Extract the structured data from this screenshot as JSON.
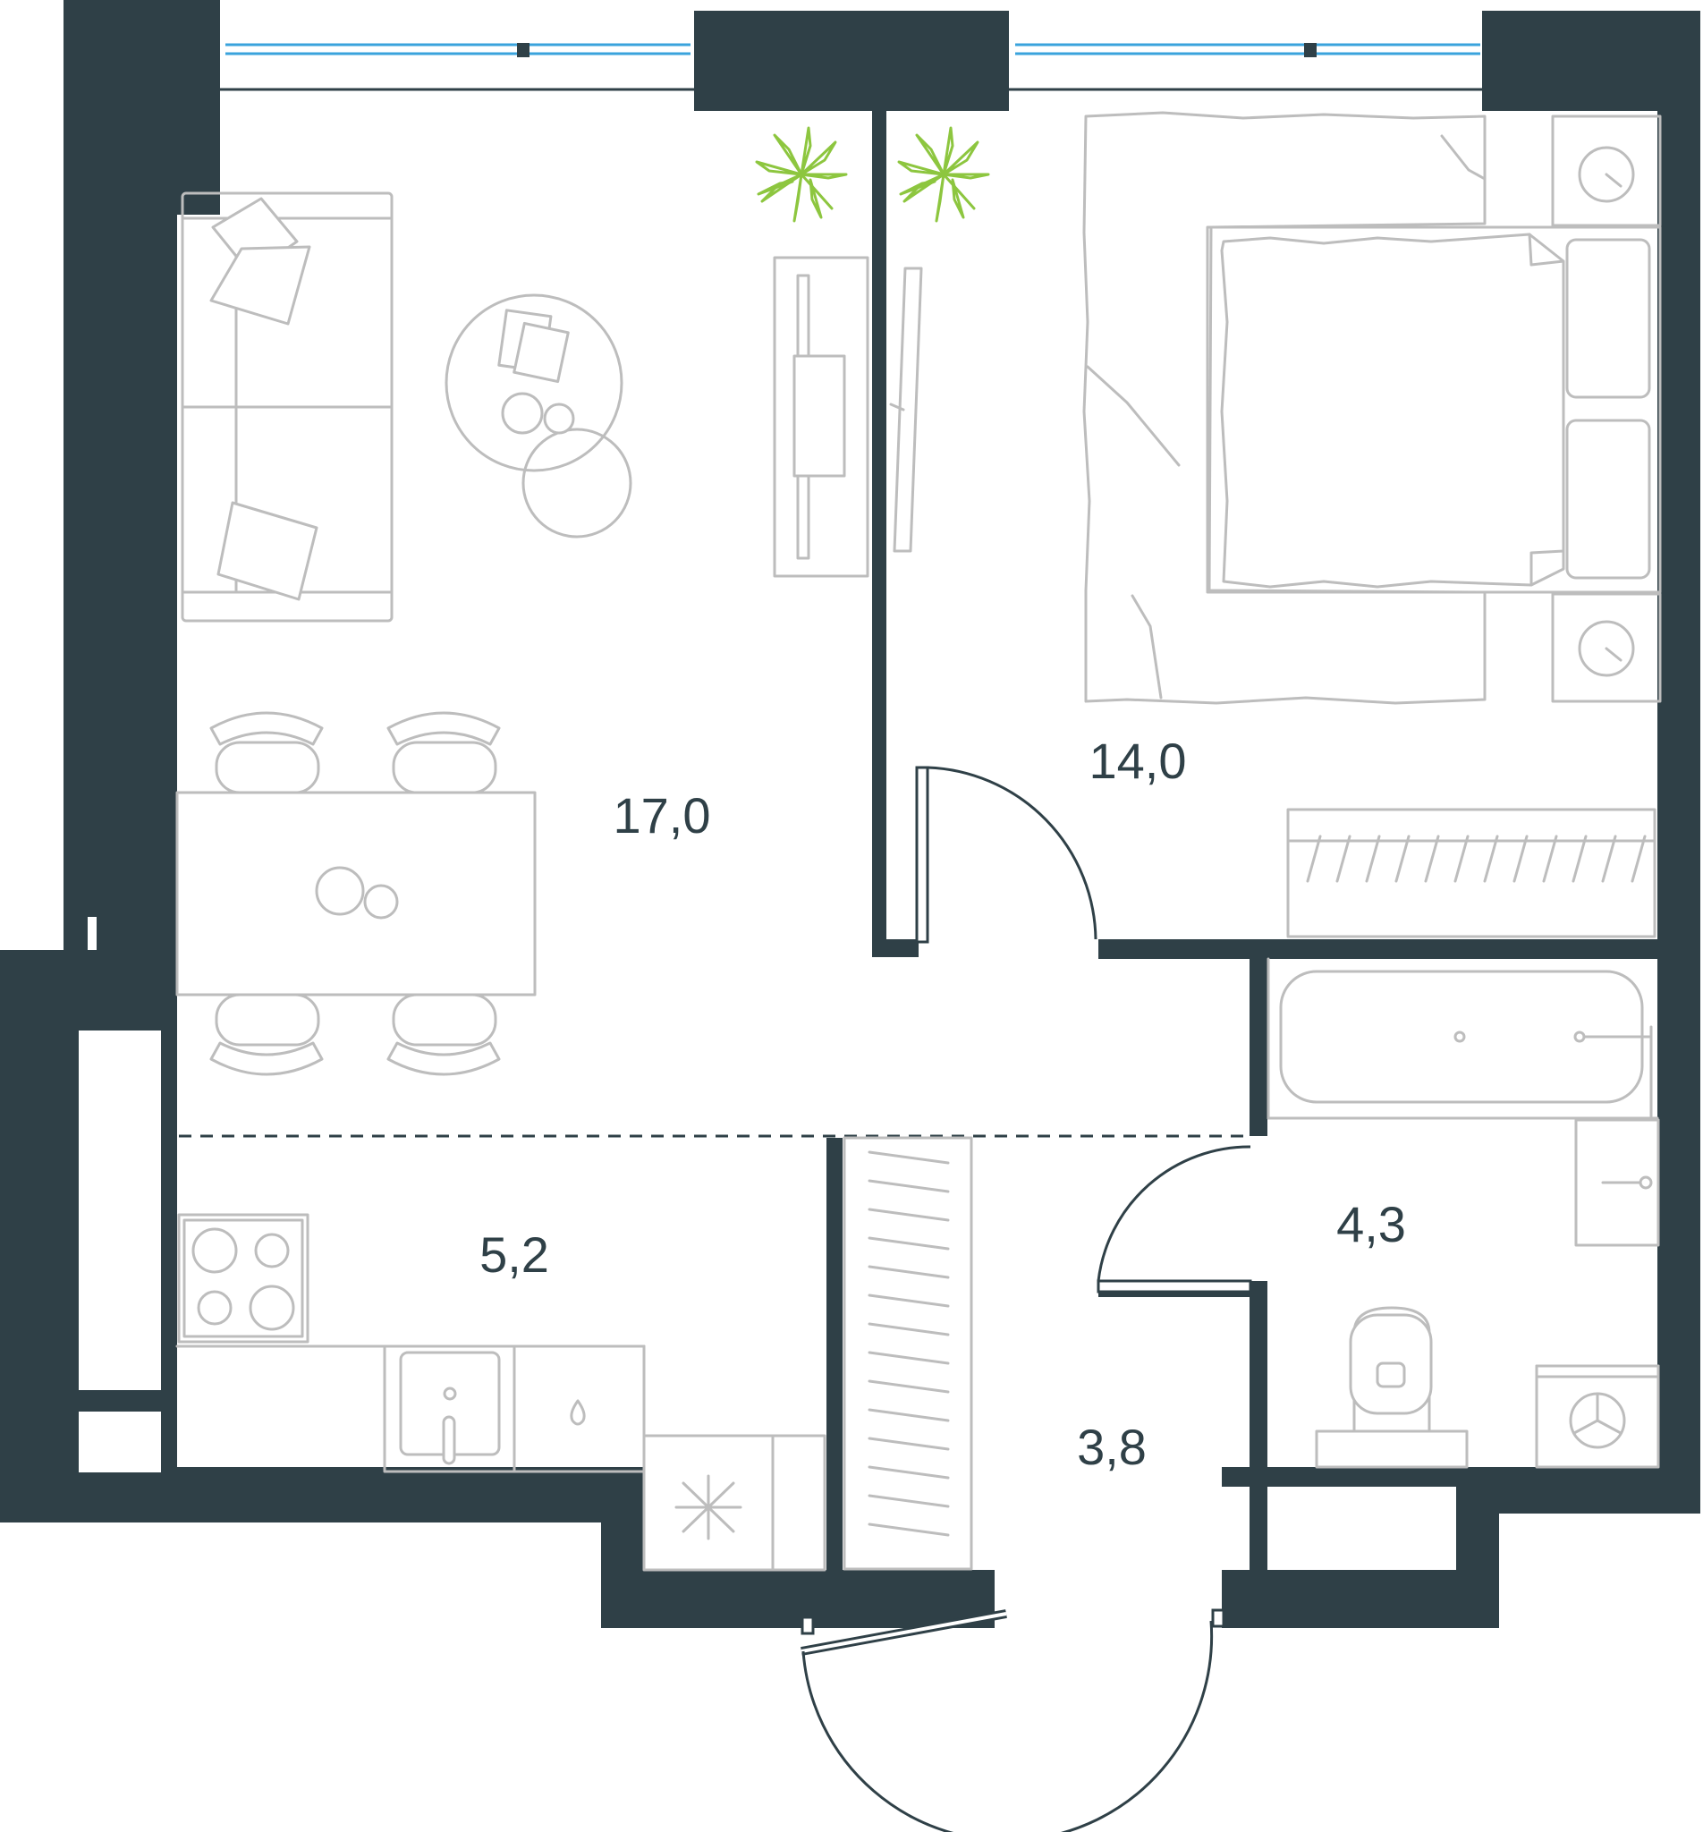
{
  "colors": {
    "wall": "#2f4047",
    "furniture_stroke": "#bdbdbd",
    "window": "#3aa3dc",
    "plant": "#8dc63f",
    "background": "#ffffff"
  },
  "rooms": [
    {
      "id": "living",
      "area": "17,0"
    },
    {
      "id": "bedroom",
      "area": "14,0"
    },
    {
      "id": "kitchen",
      "area": "5,2"
    },
    {
      "id": "bathroom",
      "area": "4,3"
    },
    {
      "id": "hallway",
      "area": "3,8"
    }
  ],
  "icons": [
    "sofa-icon",
    "coffee-table-icon",
    "tv-stand-icon",
    "dining-table-icon",
    "chair-icon",
    "bed-icon",
    "nightstand-icon",
    "wardrobe-icon",
    "plant-icon",
    "stove-icon",
    "sink-icon",
    "fridge-icon",
    "bathtub-icon",
    "toilet-icon",
    "washing-machine-icon",
    "door-icon",
    "window-icon"
  ]
}
